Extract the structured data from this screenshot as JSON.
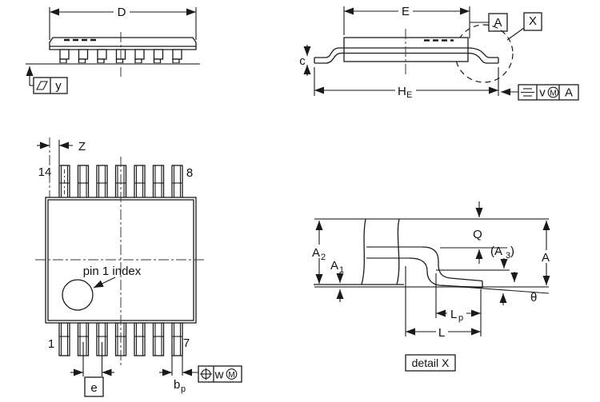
{
  "views": {
    "side": {
      "dim_d": "D",
      "datum_y": "y"
    },
    "front": {
      "dim_e": "E",
      "dim_he_main": "H",
      "dim_he_sub": "E",
      "dim_c": "c",
      "datum_a": "A",
      "detail_ref": "X",
      "frame": {
        "tol_value": "v",
        "modifier": "M",
        "datum": "A"
      }
    },
    "top": {
      "pin_label_14": "14",
      "pin_label_8": "8",
      "pin_label_1": "1",
      "pin_label_7": "7",
      "dim_z": "Z",
      "note_pin1": "pin 1 index",
      "dim_pitch": "e",
      "dim_bp_main": "b",
      "dim_bp_sub": "p",
      "frame": {
        "tol_value": "w",
        "modifier": "M"
      }
    },
    "detail": {
      "dim_a2_main": "A",
      "dim_a2_sub": "2",
      "dim_a1_main": "A",
      "dim_a1_sub": "1",
      "dim_q": "Q",
      "dim_a3_open": "(A",
      "dim_a3_sub": "3",
      "dim_a3_close": ")",
      "dim_a": "A",
      "dim_theta": "θ",
      "dim_lp_main": "L",
      "dim_lp_sub": "p",
      "dim_l": "L",
      "caption": "detail X"
    }
  },
  "colors": {
    "line": "#1a1a1a",
    "reference_plane": "#828282",
    "background": "#ffffff"
  }
}
